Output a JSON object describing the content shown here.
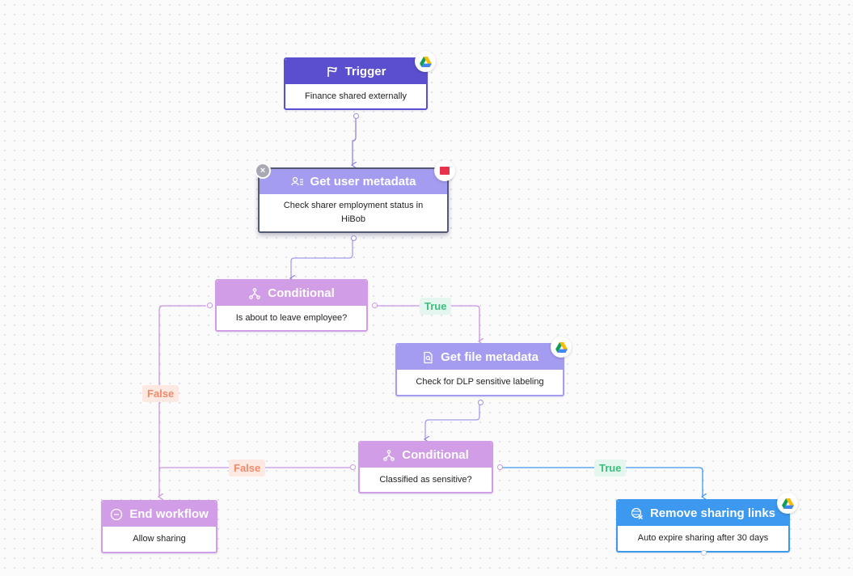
{
  "nodes": {
    "trigger": {
      "title": "Trigger",
      "body": "Finance shared externally",
      "icon": "flag-icon",
      "integration": "google-drive-icon"
    },
    "get_user": {
      "title": "Get user metadata",
      "body": "Check sharer employment status in HiBob",
      "icon": "user-list-icon",
      "integration": "hibob-icon"
    },
    "cond1": {
      "title": "Conditional",
      "body": "Is about to leave employee?",
      "icon": "branch-icon"
    },
    "get_file": {
      "title": "Get file metadata",
      "body": "Check for DLP sensitive labeling",
      "icon": "file-search-icon",
      "integration": "google-drive-icon"
    },
    "cond2": {
      "title": "Conditional",
      "body": "Classified as sensitive?",
      "icon": "branch-icon"
    },
    "end": {
      "title": "End workflow",
      "body": "Allow sharing",
      "icon": "end-icon"
    },
    "remove": {
      "title": "Remove sharing links",
      "body": "Auto expire sharing after 30 days",
      "icon": "link-off-icon",
      "integration": "google-drive-icon"
    }
  },
  "edge_labels": {
    "cond1_true": "True",
    "cond1_false": "False",
    "cond2_false": "False",
    "cond2_true": "True"
  },
  "colors": {
    "trigger": "#5a4fcf",
    "action": "#a49cf0",
    "conditional": "#d19de6",
    "final_action": "#3d98ef",
    "true_label": "#3dbf7f",
    "false_label": "#f08a6b"
  }
}
